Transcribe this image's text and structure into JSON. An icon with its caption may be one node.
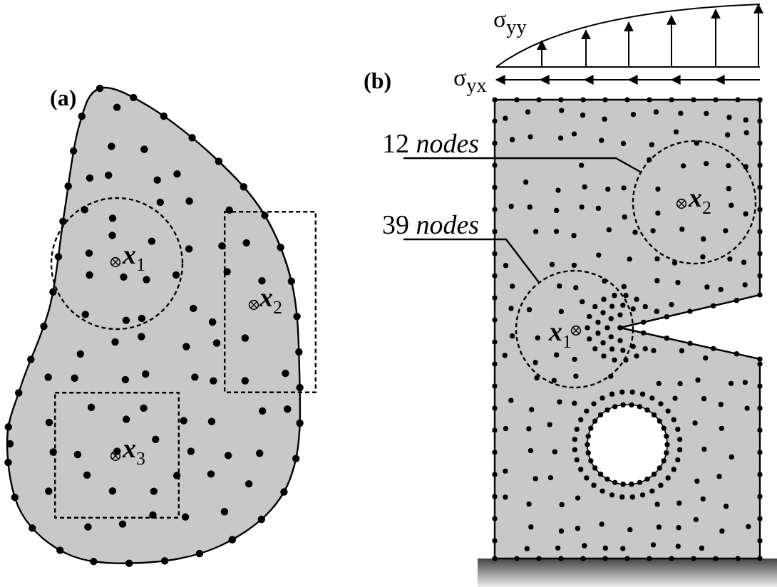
{
  "diagram": {
    "nodes": [
      {
        "text": [
          "12 *nodes*"
        ]
      },
      {
        "text": [],
        "shape": "circle"
      },
      {
        "text": [
          "39 *nodes*"
        ]
      },
      {
        "text": [],
        "shape": "circle"
      },
      {
        "text": [],
        "shape": "circle"
      },
      {
        "text": [],
        "shape": "box"
      },
      {
        "text": [],
        "shape": "box"
      }
    ],
    "edges": [
      {
        "from": 0,
        "to": 1,
        "arrow": "none"
      },
      {
        "from": 2,
        "to": 3,
        "arrow": "none"
      }
    ],
    "labels": [
      "σ$_{yy}$",
      "σ$_{yx}$",
      "(b)",
      "(a)",
      "**x**$_{2}$",
      "**x**$_{1}$",
      "**x**$_{2}$",
      "**x**$_{1}$",
      "**x**$_{3}$"
    ]
  }
}
